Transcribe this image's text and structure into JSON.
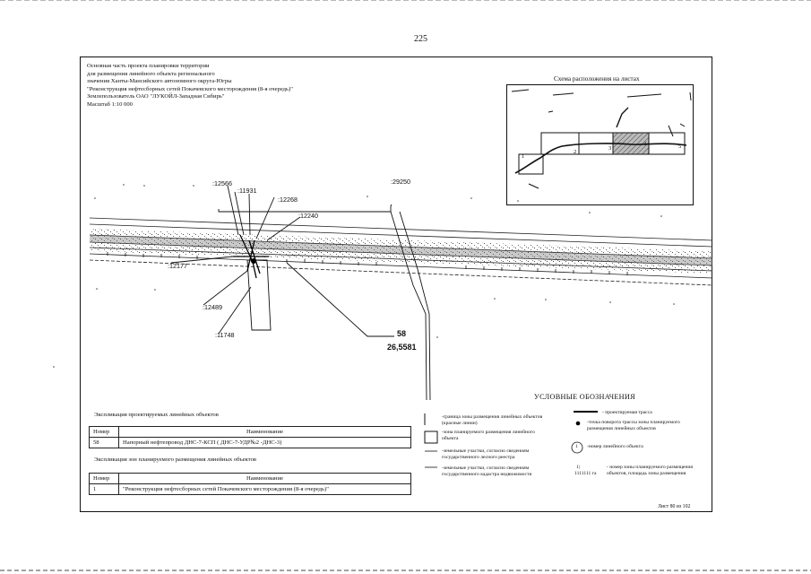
{
  "page_number": "225",
  "header": {
    "lines": [
      "Основная часть проекта планировки территории",
      "для размещения линейного объекта регионального",
      "значения Ханты-Мансийского автономного округа-Югры",
      "\"Реконструкция нефтесборных сетей Покачевского месторождения (8-я очередь)\"",
      "Землепользователь ОАО \"ЛУКОЙЛ-Западная Сибирь\"",
      "Масштаб 1:10 000"
    ]
  },
  "inset": {
    "title": "Схема расположения на листах",
    "sheet_numbers": [
      "1",
      "2",
      "3",
      "4",
      "5"
    ]
  },
  "map": {
    "parcel_labels": [
      ":12566",
      ":11931",
      ":12268",
      ":12240",
      ":29250",
      ":12177",
      ":12489",
      ":11748"
    ],
    "object_number": "58",
    "area": "26,5581"
  },
  "legend": {
    "title": "УСЛОВНЫЕ ОБОЗНАЧЕНИЯ",
    "col1": [
      "-граница зоны размещения линейных объектов (красные линии)",
      "-зона планируемого размещения линейного объекта",
      "-земельные участки, согласно сведениям государственного лесного реестра",
      "-земельные участки, согласно сведениям государственного кадастра недвижимости"
    ],
    "col2": [
      "- проектируемая трасса",
      "-точка поворота трассы зоны планируемого размещения линейных объектов",
      "-номер линейного объекта",
      "- номер зоны планируемого размещения объектов, площадь зоны размещения"
    ],
    "circle_number": "1",
    "zone_number": "1|",
    "zone_area": "1111111 га"
  },
  "table1": {
    "caption": "Экспликация проектируемых линейных объектов",
    "headers": [
      "Номер",
      "Наименование"
    ],
    "rows": [
      [
        "58",
        "Напорный нефтепровод ДНС-7-КСП ( ДНС-7-УДР№2 -ДНС-3)"
      ]
    ]
  },
  "table2": {
    "caption": "Экспликация зон планируемого размещения линейных объектов",
    "headers": [
      "Номер",
      "Наименование"
    ],
    "rows": [
      [
        "1",
        "\"Реконструкция нефтесборных сетей Покачевского месторождения (8-я очередь)\""
      ]
    ]
  },
  "sheet_label": "Лист 80 из 102"
}
